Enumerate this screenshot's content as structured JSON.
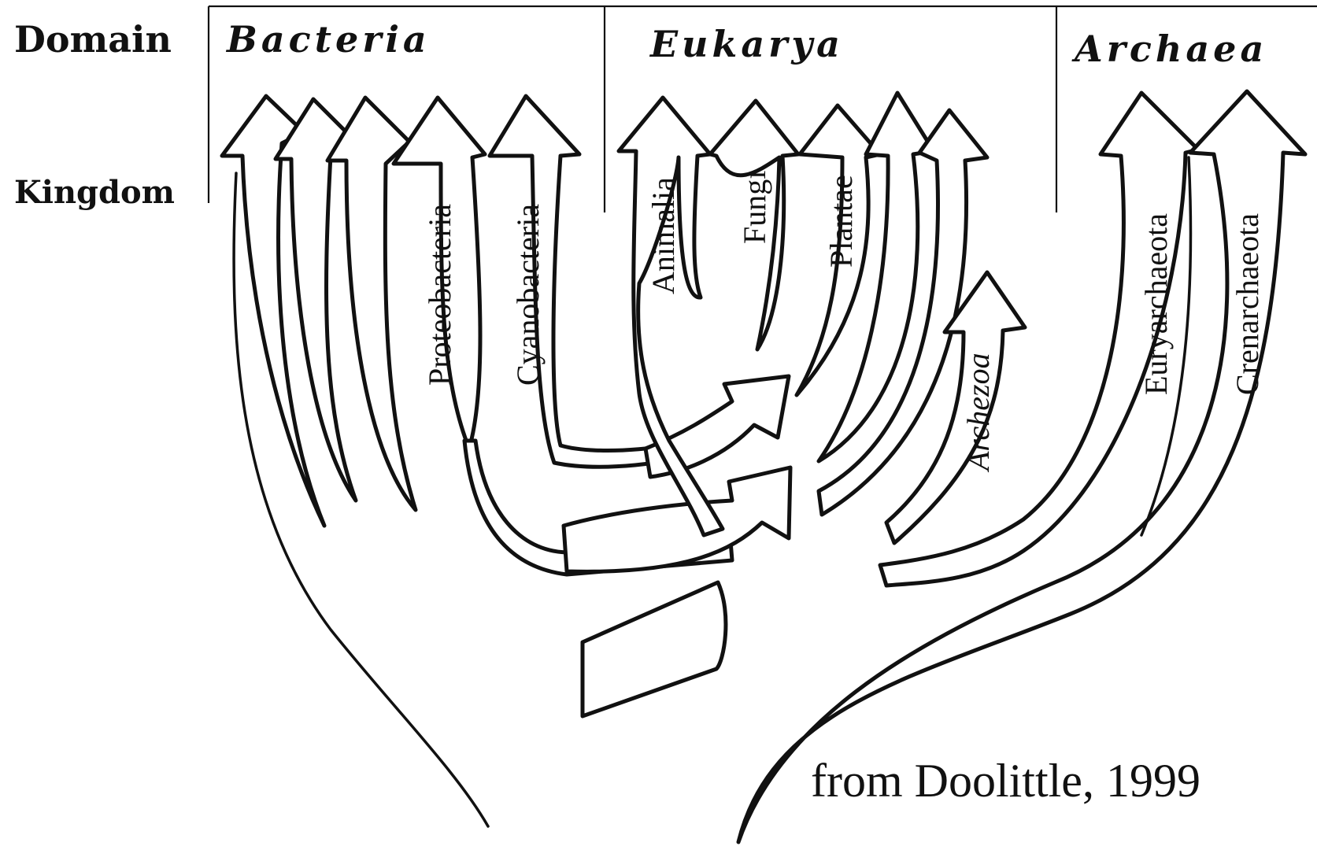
{
  "diagram": {
    "row_labels": {
      "domain": "Domain",
      "kingdom": "Kingdom"
    },
    "domains": [
      "Bacteria",
      "Eukarya",
      "Archaea"
    ],
    "kingdoms": {
      "proteobacteria": "Proteobacteria",
      "cyanobacteria": "Cyanobacteria",
      "animalia": "Animalia",
      "fungi": "Fungi",
      "plantae": "Plantae",
      "archezoa": "Archezoa",
      "euryarchaeota": "Euryarchaeota",
      "crenarchaeota": "Crenarchaeota"
    },
    "credit": "from Doolittle, 1999"
  }
}
